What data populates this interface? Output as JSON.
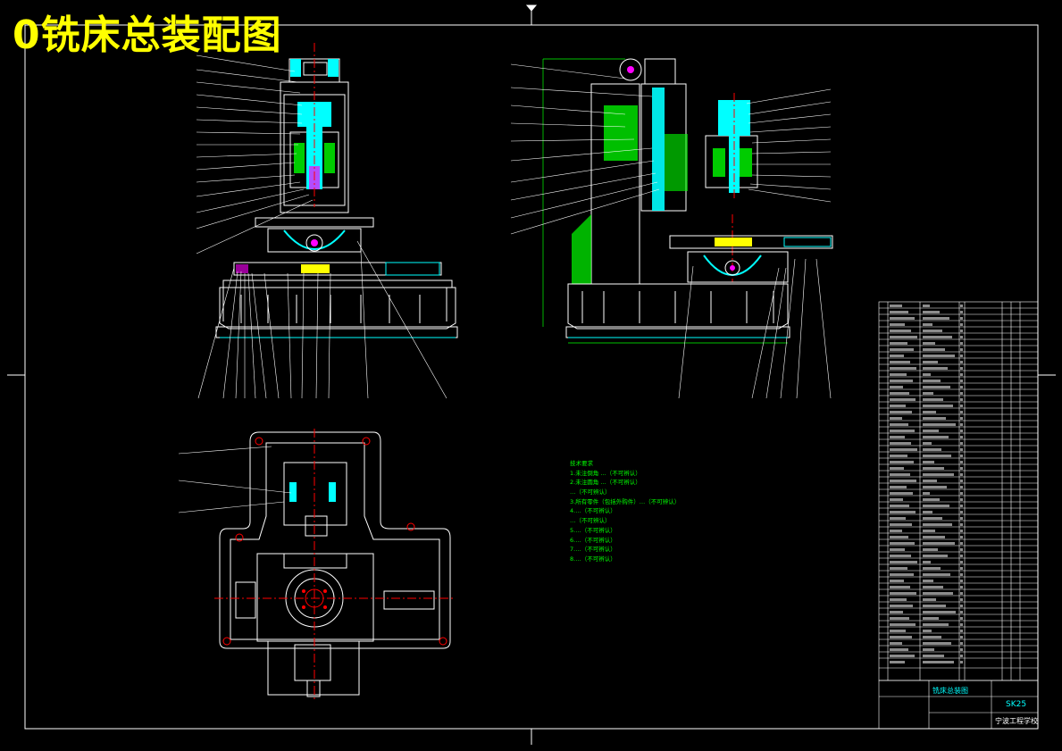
{
  "title": "0铣床总装配图",
  "technical_notes": {
    "heading": "技术要求",
    "lines": [
      "1.未注倒角 …（不可辨认）",
      "2.未注圆角 …（不可辨认）",
      "…（不可辨认）",
      "3.所有零件（包括外购件）…（不可辨认）",
      "4.…（不可辨认）",
      "…（不可辨认）",
      "5.…（不可辨认）",
      "6.…（不可辨认）",
      "7.…（不可辨认）",
      "8.…（不可辨认）"
    ]
  },
  "title_block": {
    "drawing_name": "铣床总装图",
    "drawing_code": "SK25",
    "organization": "宁波工程学校"
  },
  "colors": {
    "background": "#000000",
    "frame": "#ffffff",
    "title": "#ffff00",
    "notes": "#00ff00",
    "section": "#00ffff",
    "hatch": "#00ff00",
    "centerline": "#ff0000",
    "accent": "#ff00ff",
    "highlight": "#ffff00"
  }
}
